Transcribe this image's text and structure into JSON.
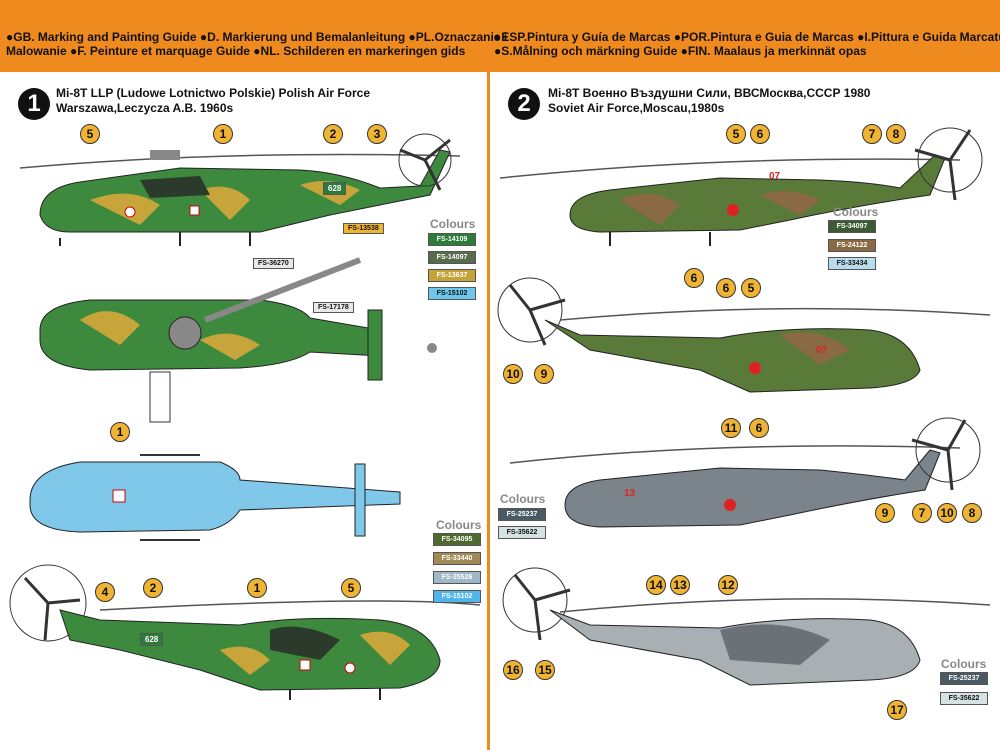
{
  "header": {
    "left_line1": "●GB.  Marking and Painting Guide ●D. Markierung und Bemalanleitung ●PL.Oznaczanie i",
    "left_line2": "Malowanie ●F. Peinture et marquage Guide ●NL. Schilderen en markeringen gids",
    "right_line1": "●ESP.Pintura y Guía de Marcas ●POR.Pintura e Guia de Marcas ●I.Pittura e Guida Marcature",
    "right_line2": "●S.Målning och märkning Guide ●FIN. Maalaus ja merkinnät opas"
  },
  "scheme1": {
    "number": "1",
    "title_line1": "Mi-8T LLP (Ludowe Lotnictwo Polskie) Polish Air Force",
    "title_line2": "Warszawa,Leczycza A.B. 1960s",
    "tail_number": "628",
    "tags": [
      "FS-13538",
      "FS-36270",
      "FS-17178"
    ],
    "colours_top": {
      "title": "Colours",
      "items": [
        {
          "code": "FS-14109",
          "color": "#2e7a3a"
        },
        {
          "code": "FS-14097",
          "color": "#5a6b4c"
        },
        {
          "code": "FS-13637",
          "color": "#c7a13a"
        },
        {
          "code": "FS-15102",
          "color": "#6ec6ea"
        }
      ]
    },
    "colours_bottom": {
      "title": "Colours",
      "items": [
        {
          "code": "FS-34095",
          "color": "#4f6a2e"
        },
        {
          "code": "FS-33440",
          "color": "#a08a55"
        },
        {
          "code": "FS-35526",
          "color": "#9eb8c8"
        },
        {
          "code": "FS-15102",
          "color": "#4fb5ea"
        }
      ]
    },
    "callouts": [
      "5",
      "1",
      "2",
      "3",
      "1",
      "4",
      "2",
      "1",
      "5"
    ]
  },
  "scheme2": {
    "number": "2",
    "title_line1": "Mi-8T Военно Въздушни Сили, ВВСМосква,СССР 1980",
    "title_line2": "Soviet Air Force,Moscau,1980s",
    "side_number_a": "07",
    "side_number_b": "13",
    "colours_top": {
      "title": "Colours",
      "items": [
        {
          "code": "FS-34097",
          "color": "#3c5a34"
        },
        {
          "code": "FS-24122",
          "color": "#8a6a44"
        },
        {
          "code": "FS-33434",
          "color": "#b8dcec"
        }
      ]
    },
    "colours_mid": {
      "title": "Colours",
      "items": [
        {
          "code": "FS-25237",
          "color": "#4a5a64"
        },
        {
          "code": "FS-35622",
          "color": "#d4e2e4"
        }
      ]
    },
    "colours_bottom": {
      "title": "Colours",
      "items": [
        {
          "code": "FS-25237",
          "color": "#4a5a64"
        },
        {
          "code": "FS-35622",
          "color": "#d4e2e4"
        }
      ]
    },
    "callouts": [
      "5",
      "6",
      "7",
      "8",
      "6",
      "6",
      "5",
      "10",
      "9",
      "11",
      "6",
      "9",
      "7",
      "10",
      "8",
      "14",
      "13",
      "12",
      "16",
      "15",
      "17"
    ]
  }
}
